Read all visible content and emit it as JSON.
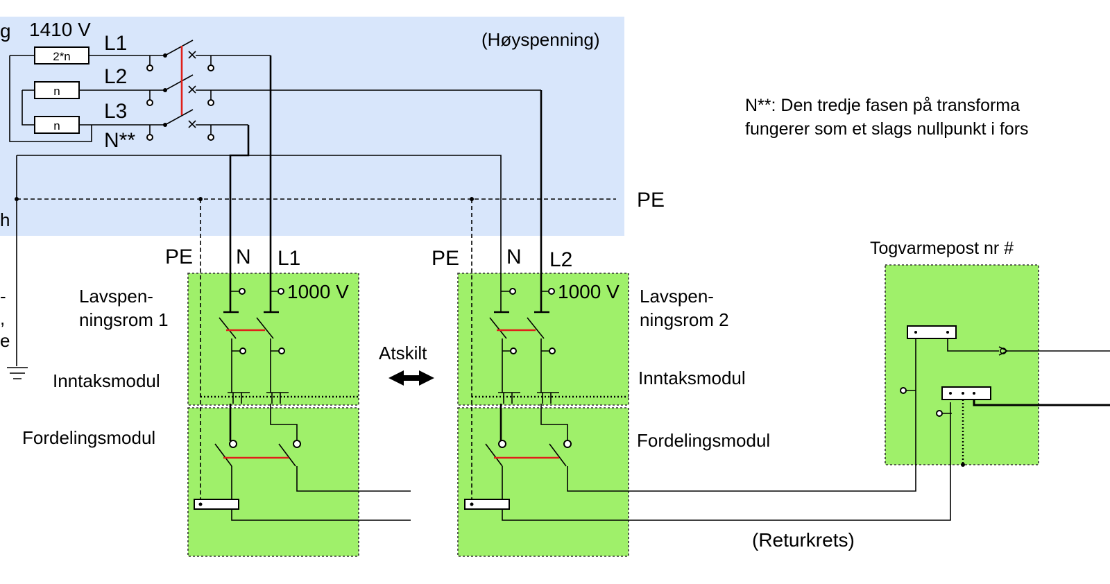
{
  "labels": {
    "top_left": "g",
    "voltage_hv": "1410 V",
    "l1": "L1",
    "l2": "L2",
    "l3": "L3",
    "n_star": "N**",
    "hv_area": "(Høyspenning)",
    "note_line1": "N**:  Den tredje fasen på transforma",
    "note_line2": "fungerer som et slags nullpunkt i fors",
    "pe_main": "PE",
    "left_h": "h",
    "left_dash": "-",
    "left_comma": ",",
    "left_e": "e",
    "resistor_1": "2*n",
    "resistor_2": "n",
    "resistor_3": "n",
    "pe_1": "PE",
    "n_1": "N",
    "l1_low": "L1",
    "pe_2": "PE",
    "n_2": "N",
    "l2_low": "L2",
    "v1000_1": "1000 V",
    "v1000_2": "1000 V",
    "room1_a": "Lavspen-",
    "room1_b": "ningsrom 1",
    "room2_a": "Lavspen-",
    "room2_b": "ningsrom 2",
    "intake_1": "Inntaksmodul",
    "intake_2": "Inntaksmodul",
    "dist_1": "Fordelingsmodul",
    "dist_2": "Fordelingsmodul",
    "separated": "Atskilt",
    "togvarme": "Togvarmepost nr #",
    "return": "(Returkrets)"
  },
  "colors": {
    "hv_area": "#d8e6fb",
    "module_fill": "#9ff06a",
    "interlock": "#e0201a"
  }
}
